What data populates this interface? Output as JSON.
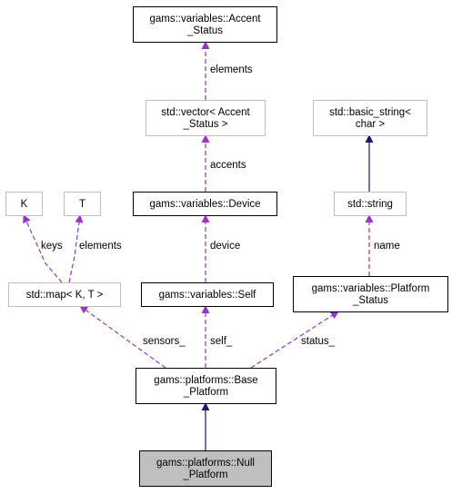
{
  "colors": {
    "border_strong": "#000000",
    "border_weak": "#bfbfbf",
    "highlight_fill": "#bfbfbf",
    "usage_edge": "#9a32cd",
    "inherit_edge": "#191970"
  },
  "nodes": [
    {
      "id": "accent_status",
      "lines": [
        "gams::variables::Accent",
        "_Status"
      ],
      "style": "strong"
    },
    {
      "id": "vector_accent",
      "lines": [
        "std::vector< Accent",
        "_Status >"
      ],
      "style": "weak"
    },
    {
      "id": "basic_string",
      "lines": [
        "std::basic_string<",
        "char >"
      ],
      "style": "weak"
    },
    {
      "id": "k",
      "lines": [
        "K"
      ],
      "style": "weak"
    },
    {
      "id": "t",
      "lines": [
        "T"
      ],
      "style": "weak"
    },
    {
      "id": "device",
      "lines": [
        "gams::variables::Device"
      ],
      "style": "strong"
    },
    {
      "id": "std_string",
      "lines": [
        "std::string"
      ],
      "style": "weak"
    },
    {
      "id": "std_map",
      "lines": [
        "std::map< K, T >"
      ],
      "style": "weak"
    },
    {
      "id": "self",
      "lines": [
        "gams::variables::Self"
      ],
      "style": "strong"
    },
    {
      "id": "platform_status",
      "lines": [
        "gams::variables::Platform",
        "_Status"
      ],
      "style": "strong"
    },
    {
      "id": "base_platform",
      "lines": [
        "gams::platforms::Base",
        "_Platform"
      ],
      "style": "strong"
    },
    {
      "id": "null_platform",
      "lines": [
        "gams::platforms::Null",
        "_Platform"
      ],
      "style": "highlight"
    }
  ],
  "edges": [
    {
      "id": "edge-elements-accent",
      "label": "elements",
      "kind": "usage"
    },
    {
      "id": "edge-accents",
      "label": "accents",
      "kind": "usage"
    },
    {
      "id": "edge-string-inherit",
      "label": "",
      "kind": "inherit"
    },
    {
      "id": "edge-keys",
      "label": "keys",
      "kind": "usage"
    },
    {
      "id": "edge-elements-t",
      "label": "elements",
      "kind": "usage"
    },
    {
      "id": "edge-device",
      "label": "device",
      "kind": "usage"
    },
    {
      "id": "edge-name",
      "label": "name",
      "kind": "usage"
    },
    {
      "id": "edge-sensors",
      "label": "sensors_",
      "kind": "usage"
    },
    {
      "id": "edge-self",
      "label": "self_",
      "kind": "usage"
    },
    {
      "id": "edge-status",
      "label": "status_",
      "kind": "usage"
    },
    {
      "id": "edge-base-inherit",
      "label": "",
      "kind": "inherit"
    }
  ]
}
